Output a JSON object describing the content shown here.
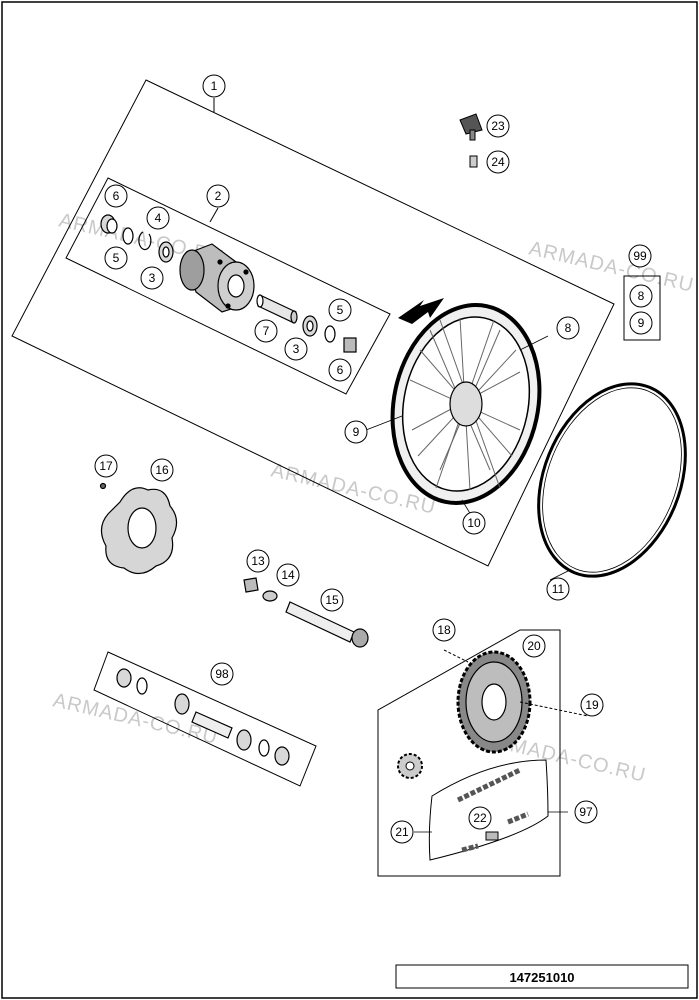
{
  "watermark": "ARMADA-CO.RU",
  "part_number": "147251010",
  "callouts": {
    "c1": "1",
    "c2": "2",
    "c3a": "3",
    "c3b": "3",
    "c4": "4",
    "c5a": "5",
    "c5b": "5",
    "c6a": "6",
    "c6b": "6",
    "c7": "7",
    "c8a": "8",
    "c8b": "8",
    "c9a": "9",
    "c9b": "9",
    "c10": "10",
    "c11": "11",
    "c13": "13",
    "c14": "14",
    "c15": "15",
    "c16": "16",
    "c17": "17",
    "c18": "18",
    "c19": "19",
    "c20": "20",
    "c21": "21",
    "c22": "22",
    "c23": "23",
    "c24": "24",
    "c97": "97",
    "c98": "98",
    "c99": "99"
  }
}
